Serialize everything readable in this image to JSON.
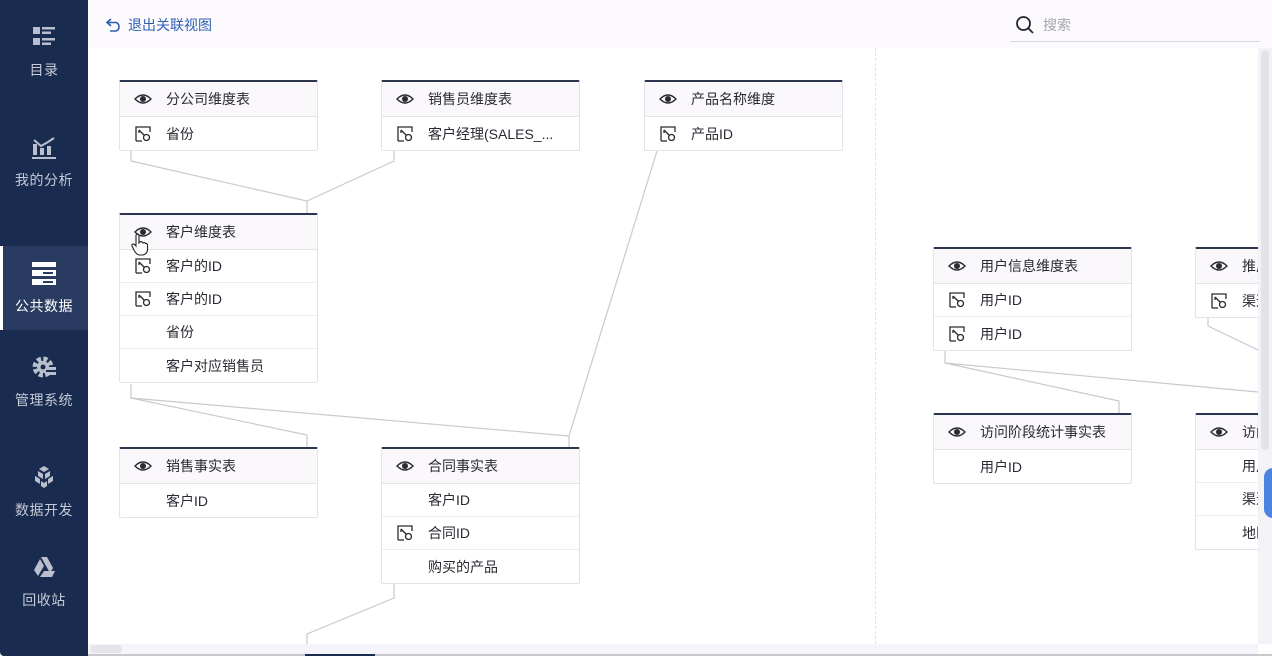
{
  "sidebar": {
    "items": [
      {
        "label": "目录",
        "icon": "catalog-icon",
        "active": false
      },
      {
        "label": "我的分析",
        "icon": "analysis-chart-icon",
        "active": false
      },
      {
        "label": "公共数据",
        "icon": "public-data-icon",
        "active": true
      },
      {
        "label": "管理系统",
        "icon": "gear-manage-icon",
        "active": false
      },
      {
        "label": "数据开发",
        "icon": "cubes-icon",
        "active": false
      },
      {
        "label": "回收站",
        "icon": "recycle-bin-icon",
        "active": false
      }
    ]
  },
  "topbar": {
    "back_label": "退出关联视图",
    "search_placeholder": "搜索",
    "search_value": ""
  },
  "tables": [
    {
      "id": "t_branch",
      "title": "分公司维度表",
      "fields": [
        {
          "name": "省份",
          "key": true
        }
      ]
    },
    {
      "id": "t_sales",
      "title": "销售员维度表",
      "fields": [
        {
          "name": "客户经理(SALES_...",
          "key": true
        }
      ]
    },
    {
      "id": "t_product",
      "title": "产品名称维度",
      "fields": [
        {
          "name": "产品ID",
          "key": true
        }
      ]
    },
    {
      "id": "t_customer",
      "title": "客户维度表",
      "fields": [
        {
          "name": "客户的ID",
          "key": true
        },
        {
          "name": "客户的ID",
          "key": true
        },
        {
          "name": "省份",
          "key": false
        },
        {
          "name": "客户对应销售员",
          "key": false
        }
      ]
    },
    {
      "id": "t_salesfact",
      "title": "销售事实表",
      "fields": [
        {
          "name": "客户ID",
          "key": false
        }
      ]
    },
    {
      "id": "t_contract",
      "title": "合同事实表",
      "fields": [
        {
          "name": "客户ID",
          "key": false
        },
        {
          "name": "合同ID",
          "key": true
        },
        {
          "name": "购买的产品",
          "key": false
        }
      ]
    },
    {
      "id": "t_userinfo",
      "title": "用户信息维度表",
      "fields": [
        {
          "name": "用户ID",
          "key": true
        },
        {
          "name": "用户ID",
          "key": true
        }
      ]
    },
    {
      "id": "t_promo",
      "title": "推广",
      "fields": [
        {
          "name": "渠道",
          "key": true
        }
      ]
    },
    {
      "id": "t_visitstage",
      "title": "访问阶段统计事实表",
      "fields": [
        {
          "name": "用户ID",
          "key": false
        }
      ]
    },
    {
      "id": "t_visit",
      "title": "访问",
      "fields": [
        {
          "name": "用户",
          "key": false
        },
        {
          "name": "渠道",
          "key": false
        },
        {
          "name": "地区",
          "key": false
        }
      ]
    }
  ],
  "colors": {
    "sidebar_bg": "#1a2b50",
    "accent_link": "#2f5fb3",
    "card_top_border": "#2b3550"
  }
}
